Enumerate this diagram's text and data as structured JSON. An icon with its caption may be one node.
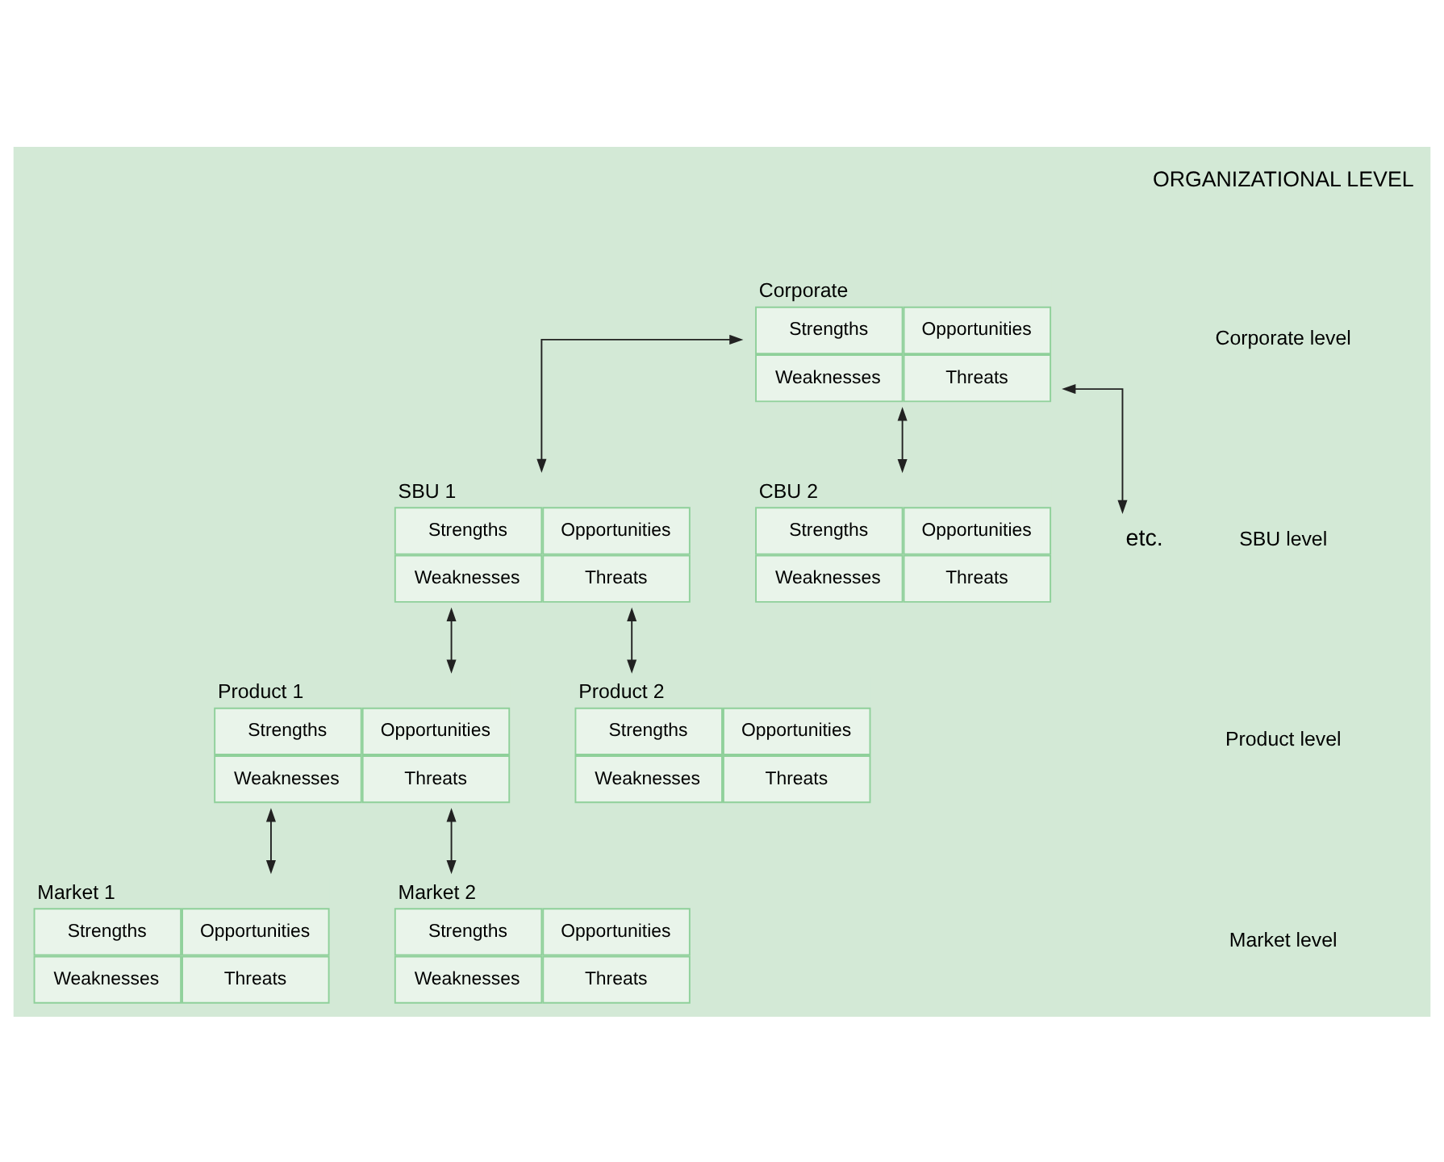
{
  "diagram": {
    "nodes": [
      {
        "text": [
          "Corporate",
          "Strengths",
          "Opportunities",
          "Weaknesses",
          "Threats"
        ]
      },
      {
        "text": [
          "SBU 1",
          "Strengths",
          "Opportunities",
          "Weaknesses",
          "Threats"
        ]
      },
      {
        "text": [
          "CBU 2",
          "Strengths",
          "Opportunities",
          "Weaknesses",
          "Threats"
        ]
      },
      {
        "text": [
          "etc."
        ]
      },
      {
        "text": [
          "Product 1",
          "Strengths",
          "Opportunities",
          "Weaknesses",
          "Threats"
        ]
      },
      {
        "text": [
          "Product 2",
          "Strengths",
          "Opportunities",
          "Weaknesses",
          "Threats"
        ]
      },
      {
        "text": [
          "Market 1",
          "Strengths",
          "Opportunities",
          "Weaknesses",
          "Threats"
        ]
      },
      {
        "text": [
          "Market 2",
          "Strengths",
          "Opportunities",
          "Weaknesses",
          "Threats"
        ]
      }
    ],
    "edges": [
      {
        "from": 0,
        "to": 1,
        "arrow": "both"
      },
      {
        "from": 0,
        "to": 2,
        "arrow": "both"
      },
      {
        "from": 0,
        "to": 3,
        "arrow": "both"
      },
      {
        "from": 1,
        "to": 4,
        "arrow": "both"
      },
      {
        "from": 1,
        "to": 5,
        "arrow": "both"
      },
      {
        "from": 4,
        "to": 6,
        "arrow": "both"
      },
      {
        "from": 4,
        "to": 7,
        "arrow": "both"
      }
    ],
    "labels": [
      "ORGANIZATIONAL LEVEL",
      "Corporate level",
      "SBU level",
      "Product level",
      "Market level"
    ]
  }
}
